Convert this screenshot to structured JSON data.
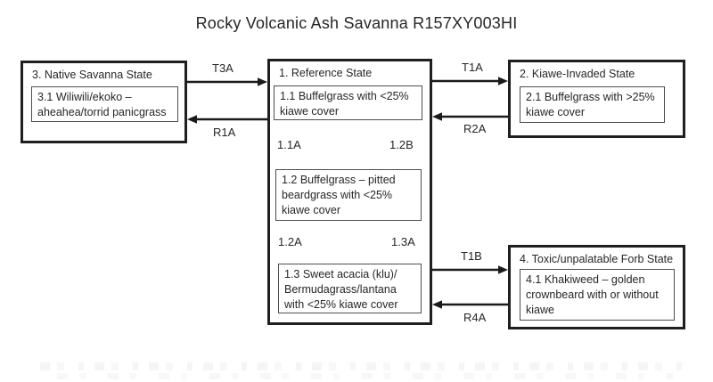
{
  "title": "Rocky Volcanic Ash Savanna R157XY003HI",
  "states": {
    "reference": {
      "label": "1. Reference State",
      "c11": "1.1 Buffelgrass with <25% kiawe cover",
      "c12": "1.2 Buffelgrass – pitted beardgrass with <25% kiawe cover",
      "c13": "1.3 Sweet acacia (klu)/​Bermudagrass/​lantana with <25% kiawe cover"
    },
    "kiawe_invaded": {
      "label": "2. Kiawe-Invaded State",
      "c21": "2.1 Buffelgrass with >25% kiawe cover"
    },
    "native_savanna": {
      "label": "3.  Native Savanna State",
      "c31": "3.1 Wiliwili/ekoko – aheahea/torrid panicgrass"
    },
    "toxic_forb": {
      "label": "4. Toxic/unpalatable Forb State",
      "c41": "4.1 Khakiweed – golden crownbeard with or without kiawe"
    }
  },
  "transitions": {
    "t3a": "T3A",
    "r1a": "R1A",
    "t1a": "T1A",
    "r2a": "R2A",
    "t1b": "T1B",
    "r4a": "R4A",
    "p11a": "1.1A",
    "p12b": "1.2B",
    "p12a": "1.2A",
    "p13a": "1.3A"
  },
  "colors": {
    "state_border": "#1f1f1f",
    "community_border": "#4d4d4d",
    "text": "#262626",
    "arrow": "#1a1a1a",
    "background": "#ffffff"
  }
}
